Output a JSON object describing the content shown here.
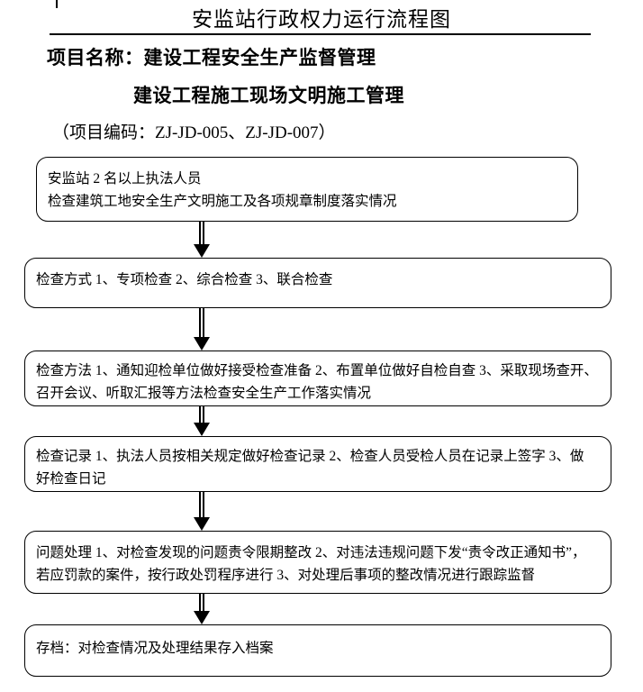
{
  "header": {
    "doc_title": "安监站行政权力运行流程图",
    "project_label_line1": "项目名称：建设工程安全生产监督管理",
    "project_label_line2": "建设工程施工现场文明施工管理",
    "project_code": "（项目编码：ZJ-JD-005、ZJ-JD-007）"
  },
  "flow": {
    "steps": [
      {
        "id": "step-personnel",
        "lines": [
          "安监站 2 名以上执法人员",
          "检查建筑工地安全生产文明施工及各项规章制度落实情况"
        ]
      },
      {
        "id": "step-inspection-methods",
        "lines": [
          "检查方式 1、专项检查 2、综合检查 3、联合检查"
        ]
      },
      {
        "id": "step-inspection-procedures",
        "lines": [
          "检查方法 1、通知迎检单位做好接受检查准备 2、布置单位做好自检自查 3、采取现场查开、",
          "召开会议、听取汇报等方法检查安全生产工作落实情况"
        ]
      },
      {
        "id": "step-inspection-records",
        "lines": [
          "检查记录 1、执法人员按相关规定做好检查记录 2、检查人员受检人员在记录上签字 3、做",
          "好检查日记"
        ]
      },
      {
        "id": "step-problem-handling",
        "lines": [
          "问题处理 1、对检查发现的问题责令限期整改 2、对违法违规问题下发“责令改正通知书”，",
          "若应罚款的案件，按行政处罚程序进行 3、对处理后事项的整改情况进行跟踪监督"
        ]
      },
      {
        "id": "step-archiving",
        "lines": [
          "存档：对检查情况及处理结果存入档案"
        ]
      }
    ],
    "connector_icon": "down-arrow-icon"
  },
  "colors": {
    "ink": "#000000",
    "page": "#ffffff"
  }
}
